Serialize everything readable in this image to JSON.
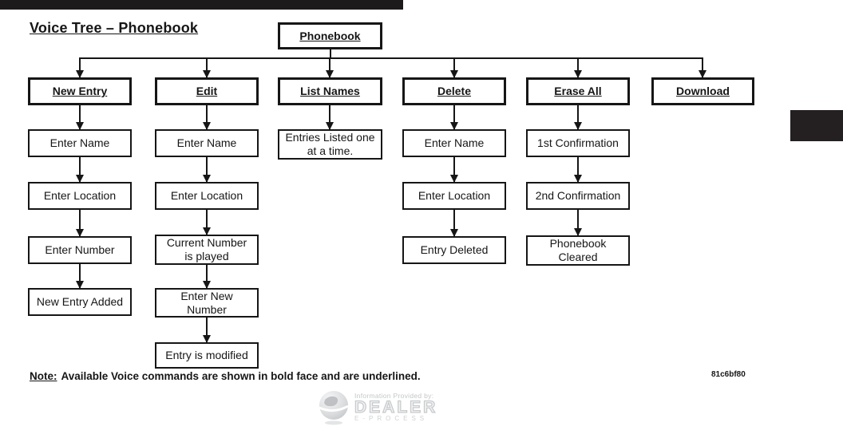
{
  "page": {
    "title": "Voice Tree – Phonebook",
    "note_label": "Note:",
    "note_text": "Available Voice commands are shown in bold face and are underlined.",
    "figure_code": "81c6bf80"
  },
  "tree": {
    "root": "Phonebook",
    "columns": [
      {
        "header": "New Entry",
        "children": [
          "Enter Name",
          "Enter Location",
          "Enter Number",
          "New Entry Added"
        ]
      },
      {
        "header": "Edit",
        "children": [
          "Enter Name",
          "Enter Location",
          "Current Number\nis played",
          "Enter New\nNumber",
          "Entry is modified"
        ]
      },
      {
        "header": "List Names",
        "children": [
          "Entries Listed one\nat a time."
        ]
      },
      {
        "header": "Delete",
        "children": [
          "Enter Name",
          "Enter Location",
          "Entry Deleted"
        ]
      },
      {
        "header": "Erase All",
        "children": [
          "1st Confirmation",
          "2nd Confirmation",
          "Phonebook\nCleared"
        ]
      },
      {
        "header": "Download",
        "children": []
      }
    ]
  },
  "watermark": {
    "provider_line": "Information Provided by:",
    "brand": "DEALER",
    "sub_brand": "E-PROCESS",
    "globe_icon": "globe-icon",
    "brand_color": "#c8cbcd"
  },
  "decor": {
    "top_bar_color": "#1d1a1b",
    "side_block_color": "#241f21",
    "line_color": "#161616"
  }
}
